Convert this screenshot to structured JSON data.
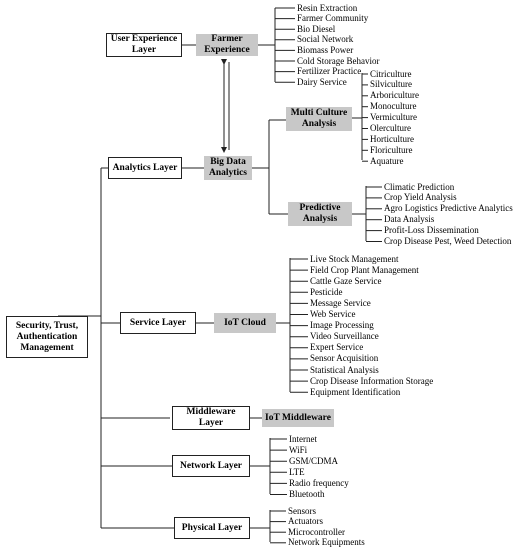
{
  "nodes": {
    "security": "Security, Trust,\nAuthentication\nManagement",
    "user_experience_layer": "User Experience\nLayer",
    "farmer_experience": "Farmer\nExperience",
    "analytics_layer": "Analytics Layer",
    "big_data_analytics": "Big Data\nAnalytics",
    "multi_culture_analysis": "Multi Culture\nAnalysis",
    "predictive_analysis": "Predictive\nAnalysis",
    "service_layer": "Service Layer",
    "iot_cloud": "IoT Cloud",
    "middleware_layer": "Middleware\nLayer",
    "iot_middleware": "IoT Middleware",
    "network_layer": "Network Layer",
    "physical_layer": "Physical Layer"
  },
  "lists": {
    "farmer_experience": [
      "Resin Extraction",
      "Farmer Community",
      "Bio Diesel",
      "Social Network",
      "Biomass Power",
      "Cold Storage Behavior",
      "Fertilizer Practice",
      "Dairy Service"
    ],
    "multi_culture": [
      "Citriculture",
      "Silviculture",
      "Arboriculture",
      "Monoculture",
      "Vermiculture",
      "Olerculture",
      "Horticulture",
      "Floriculture",
      "Aquature"
    ],
    "predictive": [
      "Climatic Prediction",
      "Crop Yield Analysis",
      "Agro Logistics Predictive Analytics",
      "Data Analysis",
      "Profit-Loss Dissemination",
      "Crop Disease Pest, Weed Detection"
    ],
    "iot_cloud": [
      "Live Stock Management",
      "Field Crop Plant Management",
      "Cattle Gaze Service",
      "Pesticide",
      "Message Service",
      "Web Service",
      "Image Processing",
      "Video Surveillance",
      "Expert Service",
      "Sensor Acquisition",
      "Statistical Analysis",
      "Crop Disease Information Storage",
      "Equipment Identification"
    ],
    "network": [
      "Internet",
      "WiFi",
      "GSM/CDMA",
      "LTE",
      "Radio frequency",
      "Bluetooth"
    ],
    "physical": [
      "Sensors",
      "Actuators",
      "Microcontroller",
      "Network Equipments"
    ]
  }
}
